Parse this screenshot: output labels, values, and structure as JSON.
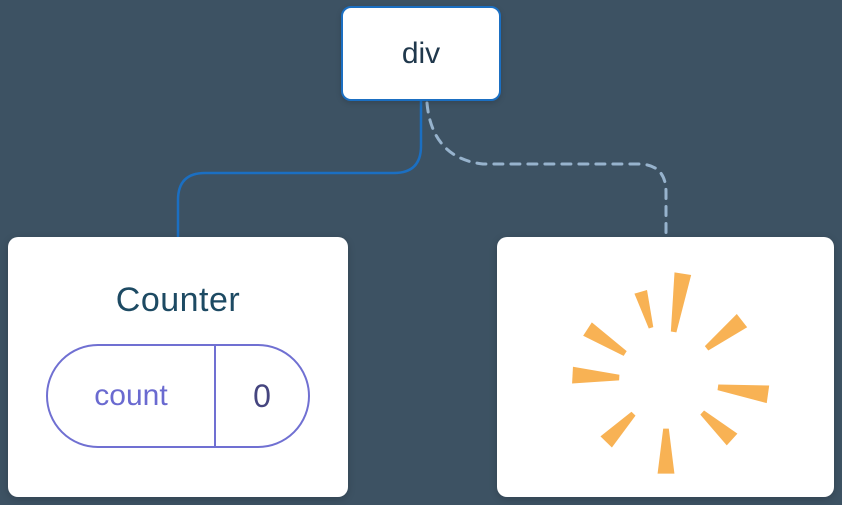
{
  "diagram": {
    "root_node": {
      "label": "div"
    },
    "edges": [
      {
        "style": "solid",
        "from": "div",
        "to": "Counter"
      },
      {
        "style": "dashed",
        "from": "div",
        "to": "removed-component"
      }
    ],
    "counter_card": {
      "title": "Counter",
      "state": {
        "key": "count",
        "value": "0"
      }
    },
    "removed_card": {
      "icon": "poof-burst-icon"
    }
  },
  "colors": {
    "background": "#3D5263",
    "card_bg": "#FFFFFF",
    "node_border": "#1B6FC2",
    "node_text": "#20384C",
    "edge_solid": "#1B6FC2",
    "edge_dashed": "#97B3CD",
    "title_text": "#1D4A63",
    "pill_border": "#7070D2",
    "pill_key": "#6A6AD0",
    "pill_value": "#45457F",
    "poof": "#F8B254"
  }
}
